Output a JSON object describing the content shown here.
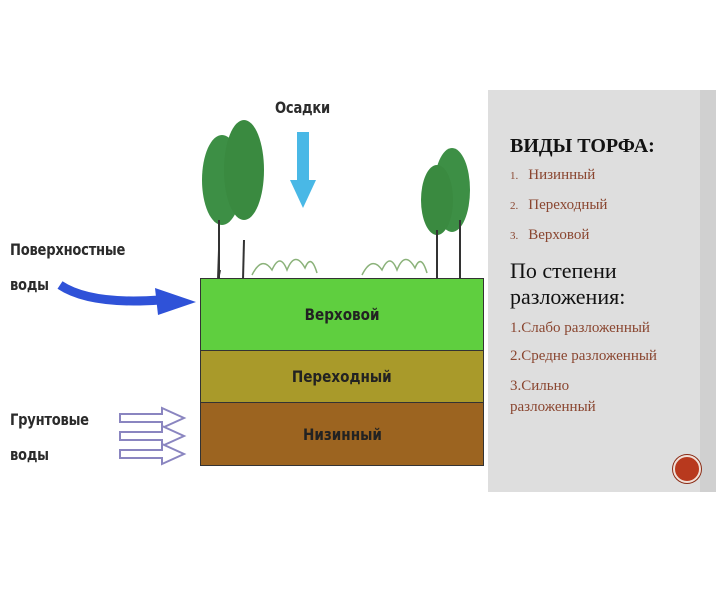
{
  "diagram": {
    "precipitation_label": "Осадки",
    "surface_water_label": [
      "Поверхностные",
      "воды"
    ],
    "ground_water_label": [
      "Грунтовые",
      "воды"
    ],
    "layers": [
      {
        "label": "Верховой",
        "color": "#5fcf3f"
      },
      {
        "label": "Переходный",
        "color": "#a99a2a"
      },
      {
        "label": "Низинный",
        "color": "#9c6420"
      }
    ]
  },
  "panel": {
    "title": "ВИДЫ ТОРФА:",
    "types": [
      {
        "num": "1.",
        "label": "Низинный"
      },
      {
        "num": "2.",
        "label": "Переходный"
      },
      {
        "num": "3.",
        "label": "Верховой"
      }
    ],
    "subtitle": [
      "По степени",
      "разложения:"
    ],
    "decomposition": [
      "1.Слабо разложенный",
      "2.Средне разложенный",
      "3.Сильно",
      "разложенный"
    ],
    "accent": "#b8391e"
  }
}
